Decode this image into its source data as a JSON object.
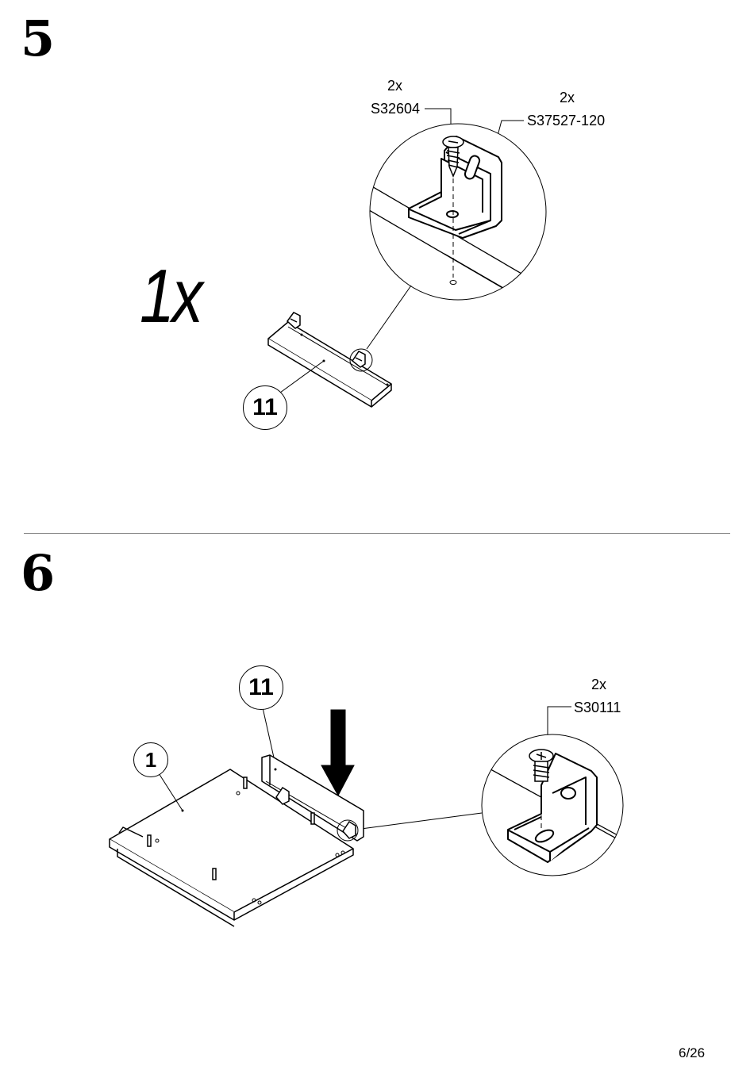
{
  "step5": {
    "number": "5",
    "quantity": "1x",
    "part_badge": "11",
    "screw": {
      "qty": "2x",
      "code": "S32604"
    },
    "bracket": {
      "qty": "2x",
      "code": "S37527-120"
    }
  },
  "step6": {
    "number": "6",
    "part_badge_a": "11",
    "part_badge_b": "1",
    "screw": {
      "qty": "2x",
      "code": "S30111"
    }
  },
  "footer": {
    "page": "6/26"
  }
}
